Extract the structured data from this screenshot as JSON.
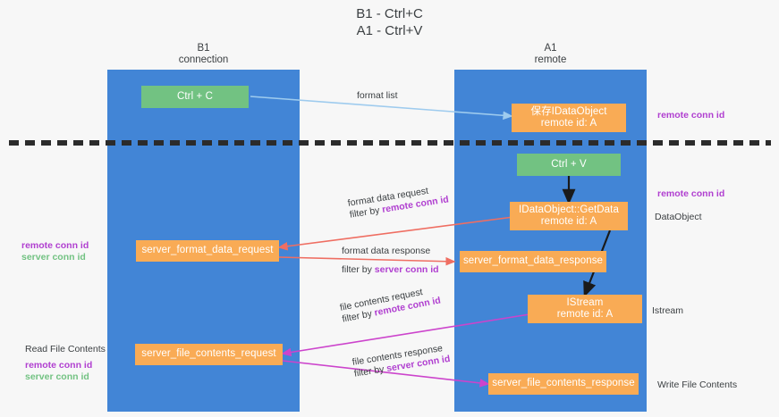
{
  "title": {
    "line1": "B1 - Ctrl+C",
    "line2": "A1 - Ctrl+V"
  },
  "lanes": [
    {
      "id": "b1",
      "title": "B1",
      "subtitle": "connection",
      "color": "#4285d6"
    },
    {
      "id": "a1",
      "title": "A1",
      "subtitle": "remote",
      "color": "#4285d6"
    }
  ],
  "colors": {
    "lane": "#4285d6",
    "orange_node": "#f9ab55",
    "green_node": "#72c282",
    "remote_conn_id": "#b03fd0",
    "server_conn_id": "#72c282",
    "arrow_blue": "#9ecbee",
    "arrow_red": "#ef6e62",
    "arrow_magenta": "#cc44cc",
    "arrow_black": "#1a1a1a",
    "separator": "#2b2b2b",
    "background": "#f7f7f7"
  },
  "nodes": {
    "ctrl_c": {
      "label": "Ctrl + C"
    },
    "save_idataobject": {
      "line1": "保存IDataObject",
      "line2": "remote id: A"
    },
    "ctrl_v": {
      "label": "Ctrl + V"
    },
    "idataobject_getdata": {
      "line1": "IDataObject::GetData",
      "line2": "remote id: A"
    },
    "server_format_data_request": {
      "label": "server_format_data_request"
    },
    "server_format_data_response": {
      "label": "server_format_data_response"
    },
    "istream": {
      "line1": "IStream",
      "line2": "remote id: A"
    },
    "server_file_contents_request": {
      "label": "server_file_contents_request"
    },
    "server_file_contents_response": {
      "label": "server_file_contents_response"
    }
  },
  "edge_labels": {
    "format_list": {
      "text": "format list"
    },
    "format_data_request": {
      "line1": "format data request",
      "line2_prefix": "filter by ",
      "line2_key": "remote conn id"
    },
    "format_data_response": {
      "line1": "format data response",
      "line2_prefix": "filter by ",
      "line2_key": "server conn id"
    },
    "file_contents_request": {
      "line1": "file contents request",
      "line2_prefix": "filter by ",
      "line2_key": "remote conn id"
    },
    "file_contents_response": {
      "line1": "file contents response",
      "line2_prefix": "filter by ",
      "line2_key": "server conn id"
    }
  },
  "annotations": {
    "right_remote_conn_id_top": "remote conn id",
    "right_remote_conn_id_mid": "remote conn id",
    "data_object": "DataObject",
    "istream": "Istream",
    "write_file_contents": "Write File Contents",
    "read_file_contents": "Read File Contents",
    "left_remote_conn_id_mid": "remote conn id",
    "left_server_conn_id_mid": "server conn id",
    "left_remote_conn_id_bottom": "remote conn id",
    "left_server_conn_id_bottom": "server conn id"
  }
}
